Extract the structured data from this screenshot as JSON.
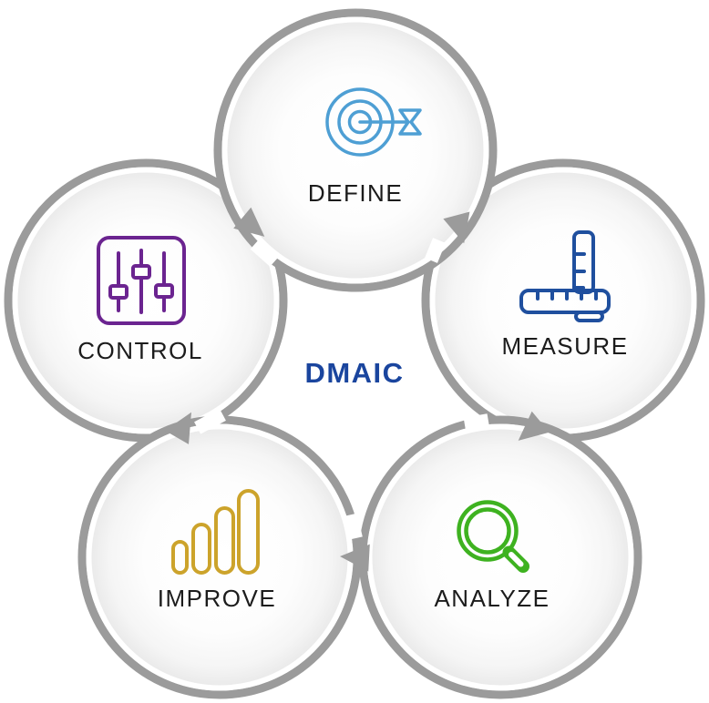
{
  "center_label": "DMAIC",
  "phases": [
    {
      "label": "DEFINE",
      "icon": "target-arrow-icon",
      "color": "#4E9FD4"
    },
    {
      "label": "MEASURE",
      "icon": "ruler-icon",
      "color": "#1F4F9E"
    },
    {
      "label": "ANALYZE",
      "icon": "magnifier-icon",
      "color": "#3EB220"
    },
    {
      "label": "IMPROVE",
      "icon": "bar-chart-icon",
      "color": "#CCA32B"
    },
    {
      "label": "CONTROL",
      "icon": "sliders-icon",
      "color": "#6B2490"
    }
  ],
  "cycle_order": [
    "DEFINE",
    "MEASURE",
    "ANALYZE",
    "IMPROVE",
    "CONTROL"
  ],
  "colors": {
    "ring": "#9B9B9B",
    "background": "#FFFFFF",
    "center_label": "#1A459E",
    "phase_label": "#1C1C1C"
  }
}
